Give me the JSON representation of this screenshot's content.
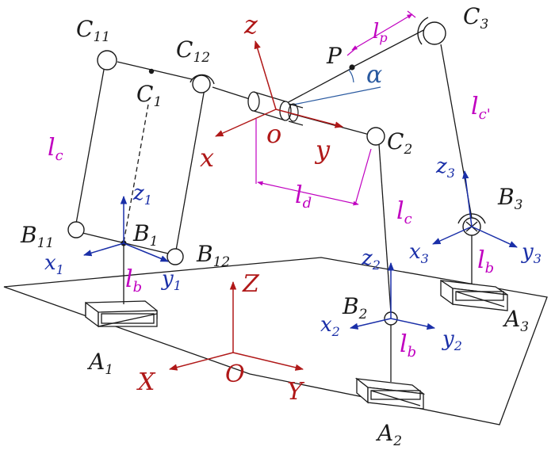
{
  "points": {
    "C11": {
      "main": "C",
      "sub": "11"
    },
    "C12": {
      "main": "C",
      "sub": "12"
    },
    "C1": {
      "main": "C",
      "sub": "1"
    },
    "C2": {
      "main": "C",
      "sub": "2"
    },
    "C3": {
      "main": "C",
      "sub": "3"
    },
    "B11": {
      "main": "B",
      "sub": "11"
    },
    "B12": {
      "main": "B",
      "sub": "12"
    },
    "B1": {
      "main": "B",
      "sub": "1"
    },
    "B2": {
      "main": "B",
      "sub": "2"
    },
    "B3": {
      "main": "B",
      "sub": "3"
    },
    "A1": {
      "main": "A",
      "sub": "1"
    },
    "A2": {
      "main": "A",
      "sub": "2"
    },
    "A3": {
      "main": "A",
      "sub": "3"
    },
    "P": {
      "main": "P"
    }
  },
  "lengths": {
    "lc_left": {
      "main": "l",
      "sub": "c"
    },
    "lc_right": {
      "main": "l",
      "sub": "c"
    },
    "lc_prime": {
      "main": "l",
      "sub": "c'"
    },
    "lb1": {
      "main": "l",
      "sub": "b"
    },
    "lb2": {
      "main": "l",
      "sub": "b"
    },
    "lb3": {
      "main": "l",
      "sub": "b"
    },
    "ld": {
      "main": "l",
      "sub": "d"
    },
    "lp": {
      "main": "l",
      "sub": "p"
    }
  },
  "angle": "α",
  "platform_frame": {
    "x": "x",
    "y": "y",
    "z": "z",
    "origin": "o"
  },
  "base_frame": {
    "X": "X",
    "Y": "Y",
    "Z": "Z",
    "origin": "O"
  },
  "local_frames": {
    "B1": {
      "x": {
        "main": "x",
        "sub": "1"
      },
      "y": {
        "main": "y",
        "sub": "1"
      },
      "z": {
        "main": "z",
        "sub": "1"
      }
    },
    "B2": {
      "x": {
        "main": "x",
        "sub": "2"
      },
      "y": {
        "main": "y",
        "sub": "2"
      },
      "z": {
        "main": "z",
        "sub": "2"
      }
    },
    "B3": {
      "x": {
        "main": "x",
        "sub": "3"
      },
      "y": {
        "main": "y",
        "sub": "3"
      },
      "z": {
        "main": "z",
        "sub": "3"
      }
    }
  },
  "colors": {
    "black": "#1a1a1a",
    "magenta": "#c000c0",
    "red": "#b01818",
    "blue": "#1a2fa8"
  }
}
